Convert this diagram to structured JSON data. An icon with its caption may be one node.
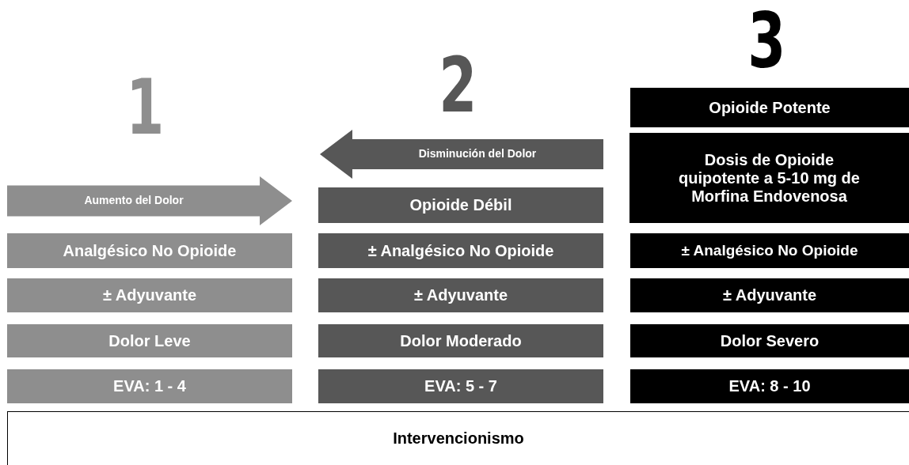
{
  "diagram": {
    "nodes": [
      {
        "text": [
          "Analgésico No Opioide"
        ]
      },
      {
        "text": [
          "± Adyuvante"
        ]
      },
      {
        "text": [
          "Dolor Leve"
        ]
      },
      {
        "text": [
          "EVA: 1 - 4"
        ]
      },
      {
        "text": [
          "Opioide Débil"
        ]
      },
      {
        "text": [
          "± Analgésico No Opioide"
        ]
      },
      {
        "text": [
          "± Adyuvante"
        ]
      },
      {
        "text": [
          "Dolor Moderado"
        ]
      },
      {
        "text": [
          "EVA: 5 - 7"
        ]
      },
      {
        "text": [
          "Opioide Potente"
        ]
      },
      {
        "text": [
          "Dosis de Opioide quipotente a 5-10 mg de Morfina Endovenosa"
        ]
      },
      {
        "text": [
          "± Analgésico No Opioide"
        ]
      },
      {
        "text": [
          "± Adyuvante"
        ]
      },
      {
        "text": [
          "Dolor Severo"
        ]
      },
      {
        "text": [
          "EVA: 8 - 10"
        ]
      },
      {
        "text": [
          "Intervencionismo"
        ]
      }
    ],
    "edges": [
      {
        "from": 0,
        "to": 4,
        "label": "Aumento del Dolor",
        "arrow": "to"
      },
      {
        "from": 10,
        "to": 4,
        "label": "Disminución del Dolor",
        "arrow": "to"
      }
    ],
    "labels": [
      "1",
      "2",
      "3"
    ]
  }
}
